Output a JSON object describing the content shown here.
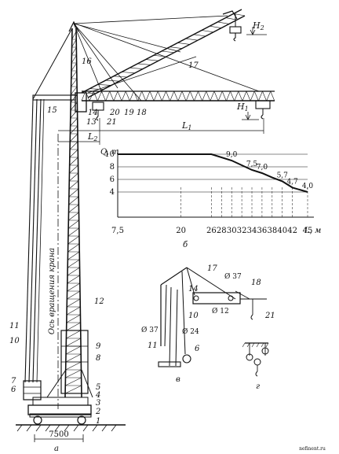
{
  "part_labels": {
    "a": "а",
    "b": "б",
    "v": "в",
    "g": "г"
  },
  "callouts": {
    "main": [
      "1",
      "2",
      "3",
      "4",
      "5",
      "6",
      "7",
      "8",
      "9",
      "10",
      "11",
      "12",
      "13",
      "14",
      "15",
      "16",
      "17",
      "18",
      "19",
      "20",
      "21"
    ],
    "detail_v": [
      "17",
      "14",
      "18",
      "10",
      "11",
      "6",
      "21"
    ]
  },
  "dimensions": {
    "base_width": "7500",
    "h1": "H",
    "h1_sub": "1",
    "h2": "H",
    "h2_sub": "2",
    "l1": "L",
    "l1_sub": "1",
    "l2": "L",
    "l2_sub": "2",
    "axis_label": "Ось вращения крана"
  },
  "detail_v_diameters": [
    "Ø 37",
    "Ø 12",
    "Ø 37",
    "Ø 24"
  ],
  "watermark": "nefinent.ru",
  "chart_data": {
    "type": "line",
    "xlabel": "L, м",
    "ylabel": "Q, т",
    "x_ticks": [
      7.5,
      20,
      26,
      28,
      30,
      32,
      34,
      36,
      38,
      40,
      42,
      45
    ],
    "y_ticks": [
      4,
      6,
      8,
      10
    ],
    "xlim": [
      7.5,
      45
    ],
    "ylim": [
      0,
      11
    ],
    "series": [
      {
        "x": [
          7.5,
          26,
          30,
          34,
          36,
          38,
          40,
          42,
          45
        ],
        "y": [
          10,
          10,
          9.0,
          7.5,
          7.0,
          6.3,
          5.7,
          4.7,
          4.0
        ]
      }
    ],
    "annotations": [
      "9,0",
      "7,5",
      "7,0",
      "5,7",
      "4,7",
      "4,0"
    ],
    "x_tick_labels": [
      "7,5",
      "20",
      "26",
      "28",
      "30",
      "32",
      "34",
      "36",
      "38",
      "40",
      "42",
      "45"
    ]
  }
}
